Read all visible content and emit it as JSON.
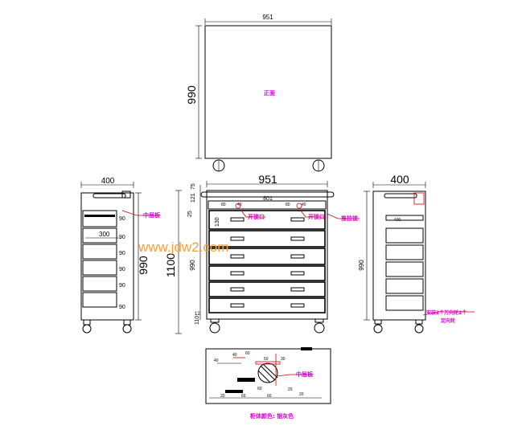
{
  "watermark": "www.jdw2.com",
  "front_view_top": {
    "width_dim": "951",
    "height_dim": "990",
    "center_label": "正面"
  },
  "side_view_left": {
    "width_dim": "400",
    "drawer_inner_dim": "300",
    "total_height_dim": "990",
    "drawer_heights": [
      "90",
      "90",
      "90",
      "90",
      "90"
    ],
    "top_drawer_dim": "90",
    "middle_plate_label": "中层板"
  },
  "front_view_main": {
    "width_dim": "951",
    "handle_span_dim": "801",
    "left_dims": [
      "75",
      "121",
      "25",
      "130"
    ],
    "body_height_dim": "990",
    "total_height_dim": "1100",
    "bottom_dims": [
      "110",
      "12"
    ],
    "handle_side_dims": [
      "80",
      "40",
      "80",
      "40"
    ],
    "open_slot_label_left": "开锁口",
    "open_slot_label_right": "开锁口",
    "lock_label": "推拉锁"
  },
  "side_view_right": {
    "width_dim": "400",
    "height_dim": "990",
    "caster_note_line1": "安装2个万向轮2个",
    "caster_note_line2": "定向轮",
    "top_detail_dim": "400"
  },
  "detail_view": {
    "middle_plate_label": "中层板",
    "small_dims": [
      "40",
      "60",
      "50",
      "30",
      "40",
      "20",
      "60",
      "60",
      "20",
      "20",
      "60"
    ]
  },
  "cabinet_color_note": "柜体颜色: 银灰色"
}
